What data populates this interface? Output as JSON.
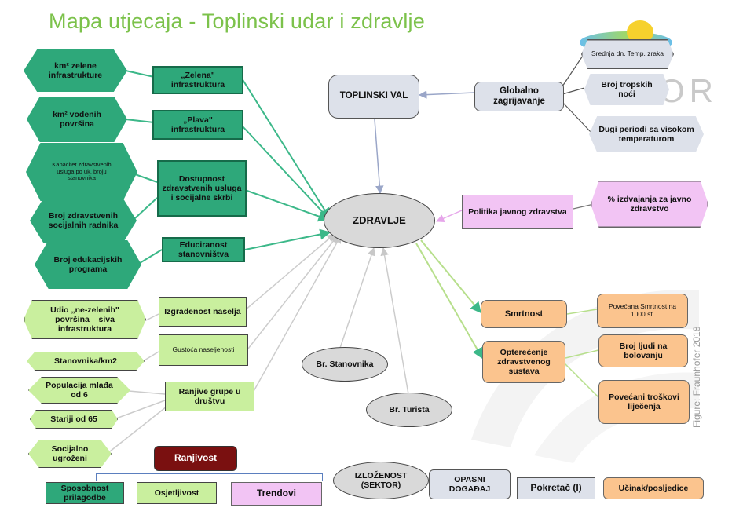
{
  "title": "Mapa utjecaja - Toplinski udar i zdravlje",
  "credit": "Figure: Fraunhofer 2018",
  "logo_text": "DOOR",
  "colors": {
    "title": "#7cc24b",
    "dark_green": "#2ea87a",
    "light_green": "#c9ef9e",
    "grey": "#dde1ea",
    "pink": "#f2c4f4",
    "orange": "#fbc48e",
    "ravnivost": "#7a1010"
  },
  "nodes": {
    "km2_zelene": "km² zelene infrastrukture",
    "zelena_infra": "„Zelena\" infrastruktura",
    "km2_vodenih": "km² vodenih površina",
    "plava_infra": "„Plava\" infrastruktura",
    "kapacitet": "Kapacitet zdravstvenih usluga po uk. broju stanovnika",
    "dostupnost": "Dostupnost zdravstvenih usluga i socijalne skrbi",
    "broj_radnika": "Broj zdravstvenih socijalnih radnika",
    "broj_edukacijskih": "Broj edukacijskih programa",
    "educiranost": "Educiranost stanovništva",
    "udio_nezelenih": "Udio „ne-zelenih\" površina – siva infrastruktura",
    "izgradenost": "Izgrađenost naselja",
    "stanovnika_km2": "Stanovnika/km2",
    "gustoca": "Gustoća naseljenosti",
    "populacija": "Populacija mlađa od 6",
    "ranjive_grupe": "Ranjive grupe u društvu",
    "stariji": "Stariji od 65",
    "socijalno": "Socijalno ugroženi",
    "toplinski_val": "TOPLINSKI VAL",
    "globalno": "Globalno zagrijavanje",
    "srednja": "Srednja dn. Temp. zraka",
    "broj_tropskih": "Broj tropskih noći",
    "dugi_periodi": "Dugi periodi sa visokom temperaturom",
    "zdravlje": "ZDRAVLJE",
    "politika": "Politika javnog zdravstva",
    "izdvajanja": "% izdvajanja za javno zdravstvo",
    "smrtnost": "Smrtnost",
    "povecana_smrtnost": "Povećana Smrtnost na 1000 st.",
    "opterecenje": "Opterećenje zdravstvenog sustava",
    "broj_ljudi": "Broj ljudi na bolovanju",
    "troskovi": "Povećani troškovi liječenja",
    "br_stanovnika": "Br. Stanovnika",
    "br_turista": "Br. Turista"
  },
  "legend": {
    "ranjivost": "Ranjivost",
    "sposobnost": "Sposobnost prilagodbe",
    "osjetljivost": "Osjetljivost",
    "trendovi": "Trendovi",
    "izlozenost": "IZLOŽENOST (SEKTOR)",
    "opasni": "OPASNI DOGAĐAJ",
    "pokretac": "Pokretač (I)",
    "ucinak": "Učinak/posljedice"
  }
}
